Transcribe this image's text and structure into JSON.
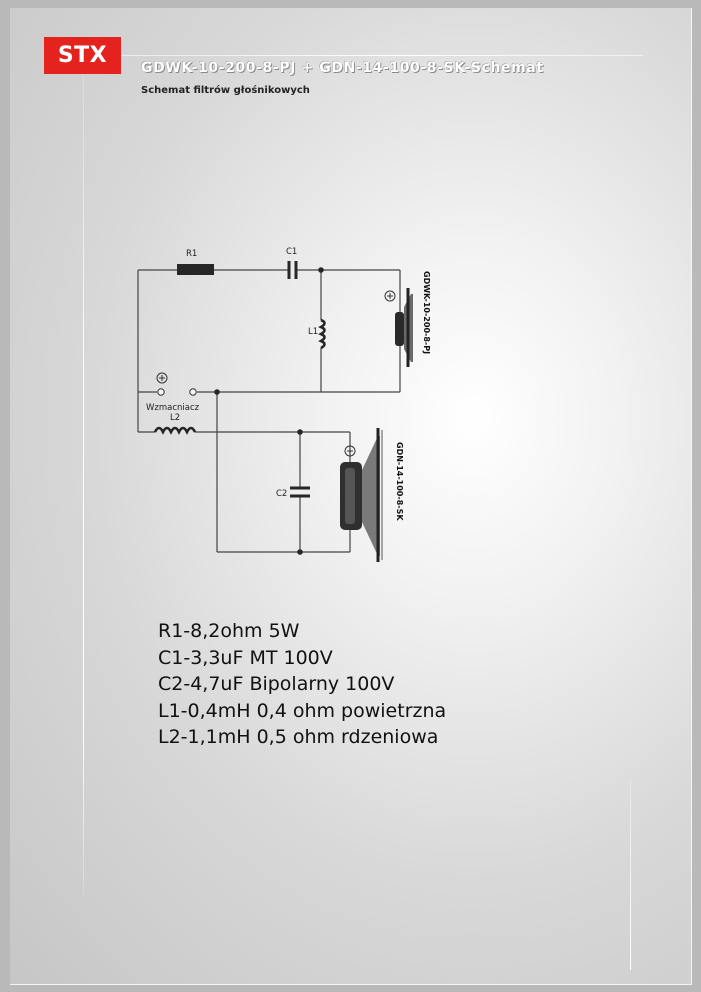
{
  "header": {
    "logo": "STX",
    "title": "GDWK-10-200-8-PJ + GDN-14-100-8-SK-Schemat",
    "subtitle": "Schemat filtrów głośnikowych"
  },
  "diagram": {
    "labels": {
      "r1": "R1",
      "c1": "C1",
      "l1": "L1",
      "l2": "L2",
      "c2": "C2",
      "amp": "Wzmacniacz",
      "tweeter": "GDWK-10-200-8-PJ",
      "woofer": "GDN-14-100-8-SK"
    }
  },
  "specs": [
    "R1-8,2ohm 5W",
    "C1-3,3uF MT 100V",
    "C2-4,7uF Bipolarny 100V",
    "L1-0,4mH 0,4 ohm powietrzna",
    "L2-1,1mH 0,5 ohm rdzeniowa"
  ]
}
